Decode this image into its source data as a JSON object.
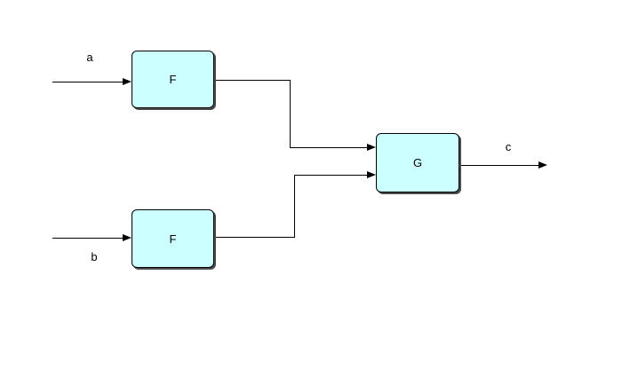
{
  "diagram": {
    "colors": {
      "canvas-bg": "#ffffff",
      "node-fill": "#ccffff",
      "node-border": "#000000",
      "node-shadow": "#4d4d4d",
      "line-color": "#000000",
      "text-color": "#000000"
    },
    "nodes": [
      {
        "id": "f-top",
        "label": "F"
      },
      {
        "id": "f-bottom",
        "label": "F"
      },
      {
        "id": "g",
        "label": "G"
      }
    ],
    "edges": {
      "a_label": "a",
      "b_label": "b",
      "c_label": "c"
    }
  }
}
